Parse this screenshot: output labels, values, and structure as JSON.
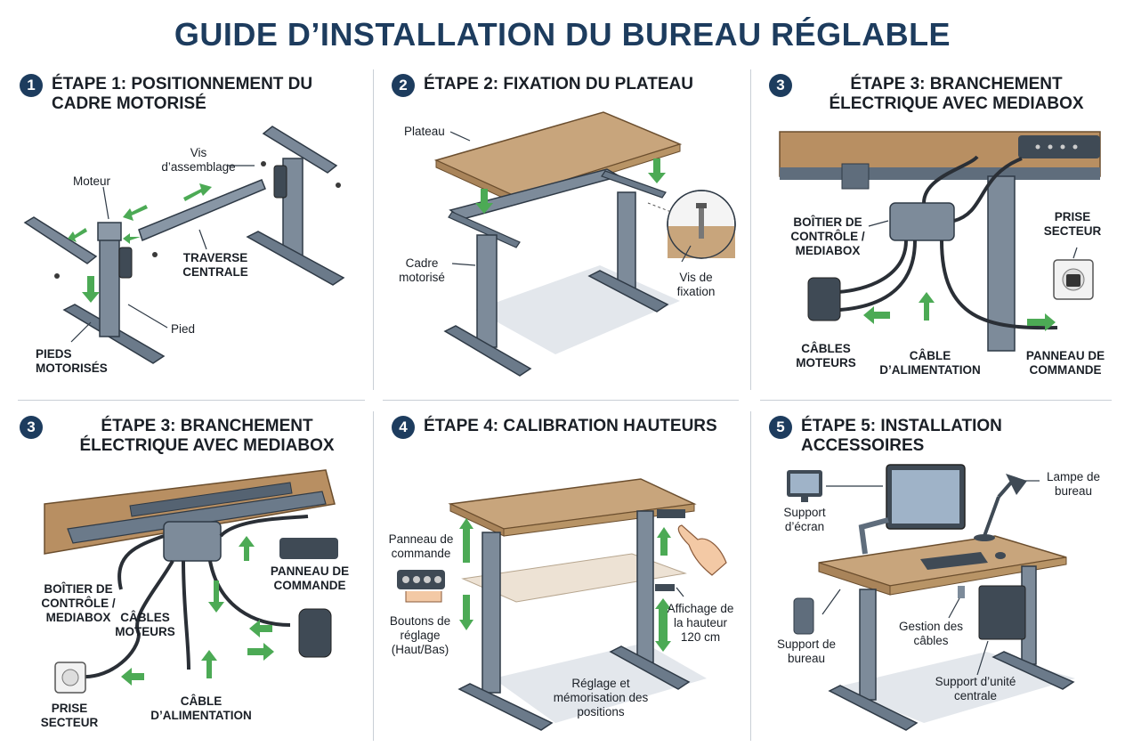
{
  "title": "GUIDE D’INSTALLATION DU BUREAU RÉGLABLE",
  "steps": [
    {
      "number": "1",
      "heading": "ÉTAPE 1: POSITIONNEMENT DU CADRE MOTORISÉ",
      "labels": {
        "moteur": "Moteur",
        "vis": "Vis d’assemblage",
        "traverse": "TRAVERSE CENTRALE",
        "pied": "Pied",
        "pieds": "PIEDS MOTORISÉS"
      }
    },
    {
      "number": "2",
      "heading": "ÉTAPE 2: FIXATION DU PLATEAU",
      "labels": {
        "plateau": "Plateau",
        "cadre": "Cadre motorisé",
        "vis": "Vis de fixation"
      }
    },
    {
      "number": "3",
      "heading": "ÉTAPE 3: BRANCHEMENT ÉLECTRIQUE AVEC MEDIABOX",
      "labels": {
        "boitier": "BOÎTIER DE CONTRÔLE / MEDIABOX",
        "prise": "PRISE SECTEUR",
        "cables": "CÂBLES MOTEURS",
        "alim": "CÂBLE D’ALIMENTATION",
        "panneau": "PANNEAU DE COMMANDE"
      }
    },
    {
      "number": "3",
      "heading": "ÉTAPE 3: BRANCHEMENT ÉLECTRIQUE AVEC MEDIABOX",
      "labels": {
        "boitier": "BOÎTIER DE CONTRÔLE / MEDIABOX",
        "cables": "CÂBLES MOTEURS",
        "panneau": "PANNEAU DE COMMANDE",
        "prise": "PRISE SECTEUR",
        "alim": "CÂBLE D’ALIMENTATION"
      }
    },
    {
      "number": "4",
      "heading": "ÉTAPE 4: CALIBRATION HAUTEURS",
      "labels": {
        "panneau": "Panneau de commande",
        "boutons": "Boutons de réglage (Haut/Bas)",
        "affichage": "Affichage de la hauteur 120 cm",
        "memo": "Réglage et mémorisation des positions"
      }
    },
    {
      "number": "5",
      "heading": "ÉTAPE 5: INSTALLATION ACCESSOIRES",
      "labels": {
        "ecran": "Support d’écran",
        "lampe": "Lampe de bureau",
        "bureau": "Support de bureau",
        "gestion": "Gestion des câbles",
        "uc": "Support d’unité centrale"
      }
    }
  ],
  "colors": {
    "navy": "#1d3c5e",
    "frame": "#5f6d7c",
    "wood": "#c8a57c",
    "arrow": "#4caa55"
  }
}
